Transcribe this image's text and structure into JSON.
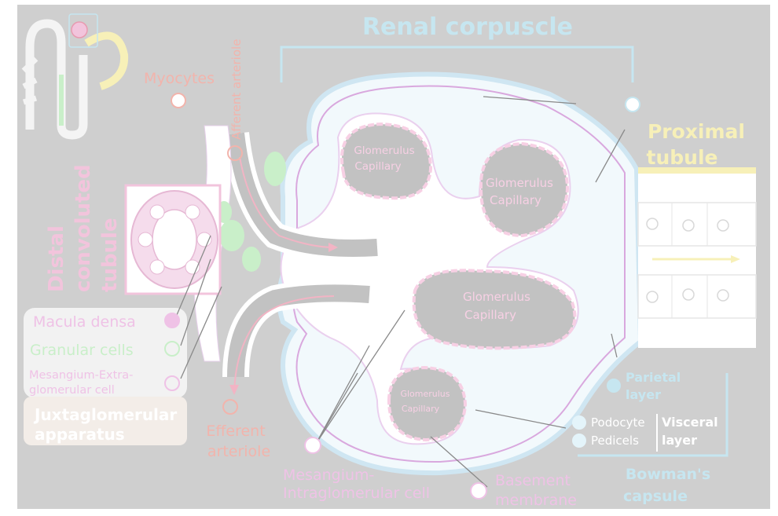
{
  "labels": {
    "renal_corpuscle": "Renal corpuscle",
    "proximal_tubule_line1": "Proximal",
    "proximal_tubule_line2": "tubule",
    "myocytes": "Myocytes",
    "afferent_arteriole": "Afferent arteriole",
    "distal_line1": "Distal",
    "distal_line2": "convoluted",
    "distal_line3": "tubule",
    "macula_densa": "Macula densa",
    "granular_cells": "Granular cells",
    "mesangium_extra_line1": "Mesangium-Extra-",
    "mesangium_extra_line2": "glomerular cell",
    "juxta_line1": "Juxtaglomerular",
    "juxta_line2": "apparatus",
    "efferent_line1": "Efferent",
    "efferent_line2": "arteriole",
    "mesangium_intra_line1": "Mesangium-",
    "mesangium_intra_line2": "Intraglomerular cell",
    "basement_line1": "Basement",
    "basement_line2": "membrane",
    "parietal_line1": "Parietal",
    "parietal_line2": "layer",
    "podocyte": "Podocyte",
    "pedicels": "Pedicels",
    "visceral_line1": "Visceral",
    "visceral_line2": "layer",
    "bowman_line1": "Bowman's",
    "bowman_line2": "capsule",
    "glom_line1": "Glomerulus",
    "glom_line2": "Capillary"
  },
  "colors": {
    "background": "#cfcfcf",
    "renal_blue": "#c6e6f0",
    "proximal_yellow": "#f7f0b8",
    "distal_pink": "#f2c4dc",
    "macula_pink": "#efc2e6",
    "granular_green": "#c9efc9",
    "myocyte_salmon": "#f2b4ac",
    "capillary_pink": "#f7d0e4",
    "capillary_lumen": "#c2c2c2",
    "bowman_fill": "#f2f9fc",
    "outline_purple": "#d9a8de"
  }
}
